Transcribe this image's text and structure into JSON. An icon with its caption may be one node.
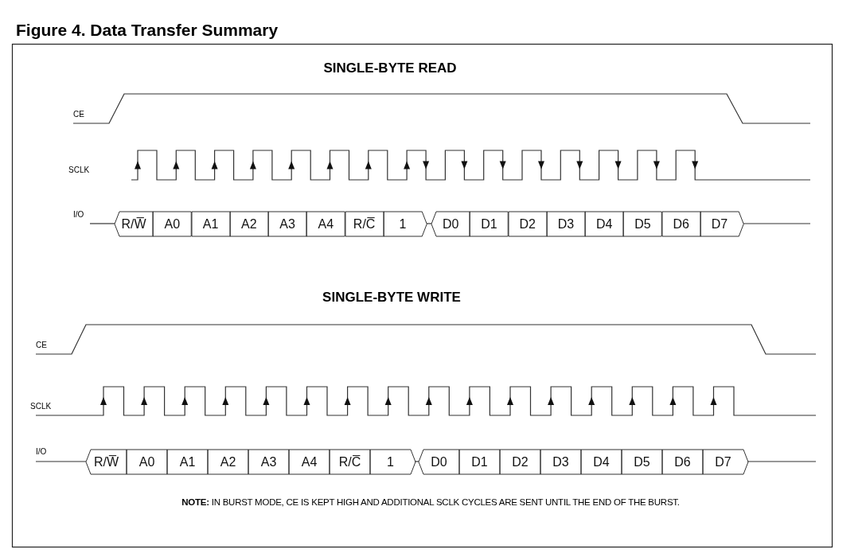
{
  "diagram": {
    "title": "Figure 4. Data Transfer Summary",
    "nodes": [
      {
        "text": [
          "R/W̅"
        ]
      },
      {
        "text": [
          "A0"
        ]
      },
      {
        "text": [
          "A1"
        ]
      },
      {
        "text": [
          "A2"
        ]
      },
      {
        "text": [
          "A3"
        ]
      },
      {
        "text": [
          "A4"
        ]
      },
      {
        "text": [
          "R/C̅"
        ]
      },
      {
        "text": [
          "1"
        ]
      },
      {
        "text": [
          "D0"
        ]
      },
      {
        "text": [
          "D1"
        ]
      },
      {
        "text": [
          "D2"
        ]
      },
      {
        "text": [
          "D3"
        ]
      },
      {
        "text": [
          "D4"
        ]
      },
      {
        "text": [
          "D5"
        ]
      },
      {
        "text": [
          "D6"
        ]
      },
      {
        "text": [
          "D7"
        ]
      },
      {
        "text": [
          "R/W̅"
        ]
      },
      {
        "text": [
          "A0"
        ]
      },
      {
        "text": [
          "A1"
        ]
      },
      {
        "text": [
          "A2"
        ]
      },
      {
        "text": [
          "A3"
        ]
      },
      {
        "text": [
          "A4"
        ]
      },
      {
        "text": [
          "R/C̅"
        ]
      },
      {
        "text": [
          "1"
        ]
      },
      {
        "text": [
          "D0"
        ]
      },
      {
        "text": [
          "D1"
        ]
      },
      {
        "text": [
          "D2"
        ]
      },
      {
        "text": [
          "D3"
        ]
      },
      {
        "text": [
          "D4"
        ]
      },
      {
        "text": [
          "D5"
        ]
      },
      {
        "text": [
          "D6"
        ]
      },
      {
        "text": [
          "D7"
        ]
      }
    ],
    "labels": [
      "SINGLE-BYTE READ",
      "CE",
      "SCLK",
      "I/O",
      "SINGLE-BYTE WRITE",
      "CE",
      "SCLK",
      "I/O",
      "**NOTE:** IN BURST MODE, CE IS KEPT HIGH AND ADDITIONAL SCLK CYCLES ARE SENT UNTIL THE END OF THE BURST."
    ]
  }
}
